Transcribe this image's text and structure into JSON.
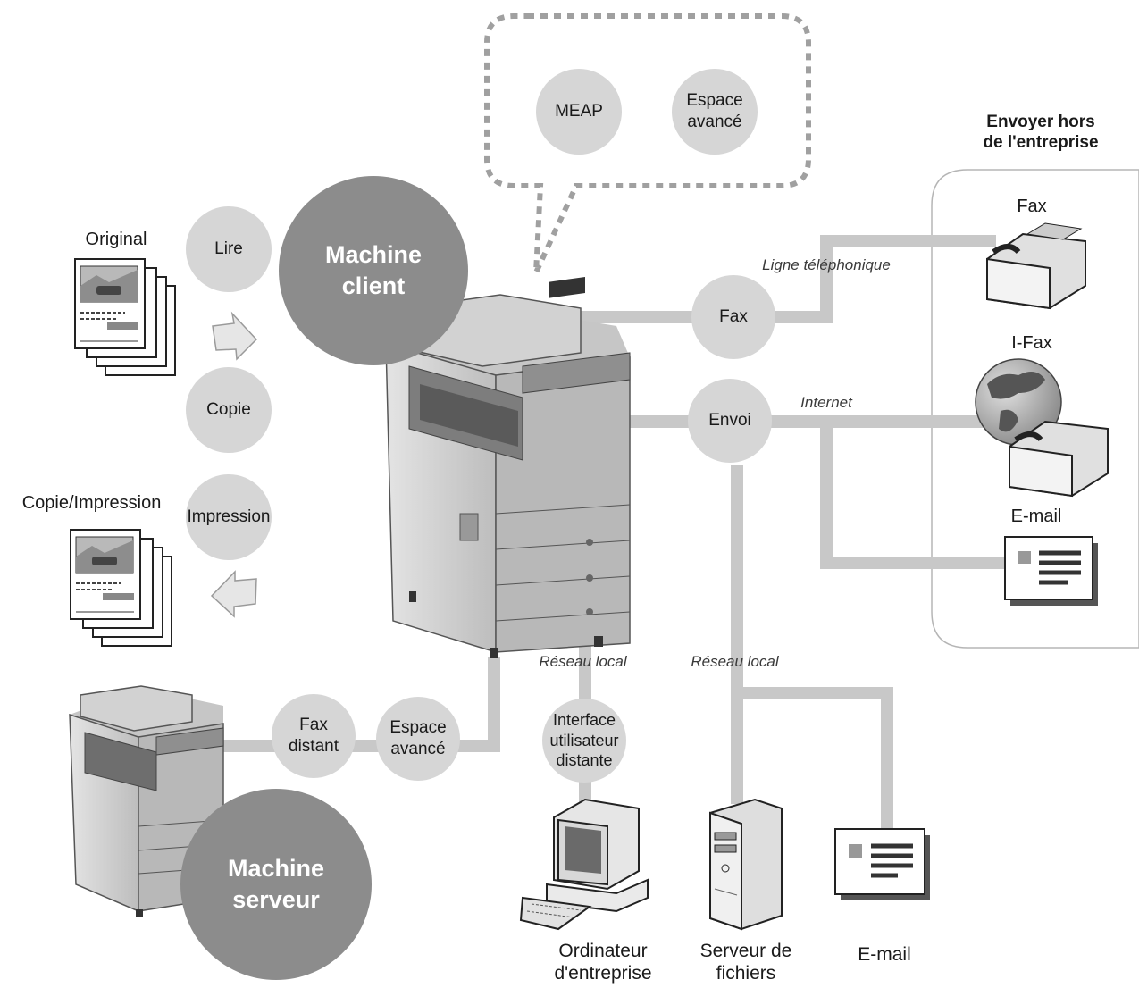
{
  "outside_header": "Envoyer hors\nde l'entreprise",
  "client_machine": "Machine\nclient",
  "server_machine": "Machine\nserveur",
  "speech_bubble": {
    "meap": "MEAP",
    "advanced_space": "Espace\navancé"
  },
  "functions": {
    "read": "Lire",
    "copy": "Copie",
    "print": "Impression"
  },
  "documents": {
    "original": "Original",
    "copy_print": "Copie/Impression"
  },
  "connections": {
    "fax": "Fax",
    "send": "Envoi",
    "remote_fax": "Fax\ndistant",
    "advanced_space": "Espace\navancé",
    "remote_ui": "Interface\nutilisateur\ndistante"
  },
  "line_labels": {
    "phone_line": "Ligne téléphonique",
    "internet": "Internet",
    "lan_1": "Réseau local",
    "lan_2": "Réseau local"
  },
  "outside_devices": {
    "fax": "Fax",
    "ifax": "I-Fax",
    "email": "E-mail"
  },
  "local_devices": {
    "computer": "Ordinateur\nd'entreprise",
    "file_server": "Serveur de\nfichiers",
    "email": "E-mail"
  },
  "colors": {
    "line": "#c8c8c8",
    "circle_light": "#d6d6d6",
    "circle_dark": "#8c8c8c",
    "bubble_dots": "#a0a0a0"
  }
}
